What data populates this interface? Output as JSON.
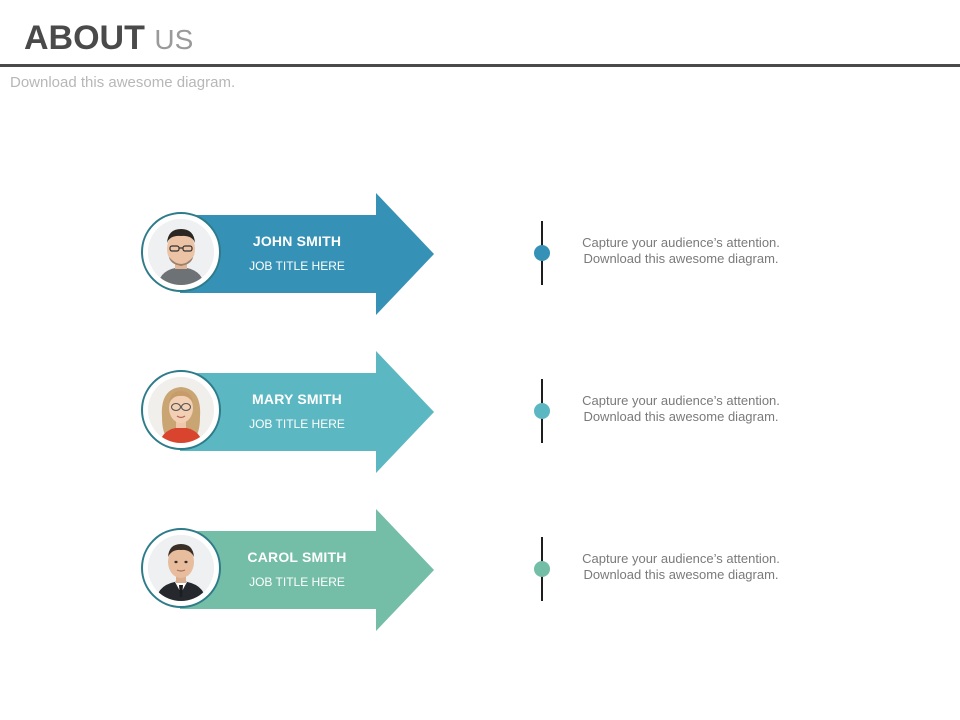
{
  "header": {
    "title_bold": "ABOUT",
    "title_light": "US",
    "subtitle": "Download this awesome diagram."
  },
  "members": [
    {
      "name": "JOHN SMITH",
      "job_title": "JOB TITLE HERE",
      "desc_line1": "Capture your audience’s attention.",
      "desc_line2": "Download this awesome diagram.",
      "color": "#3592b6",
      "avatar_icon": "man-glasses-portrait"
    },
    {
      "name": "MARY SMITH",
      "job_title": "JOB TITLE HERE",
      "desc_line1": "Capture your audience’s attention.",
      "desc_line2": "Download this awesome diagram.",
      "color": "#5bb7c2",
      "avatar_icon": "woman-glasses-portrait"
    },
    {
      "name": "CAROL SMITH",
      "job_title": "JOB TITLE HERE",
      "desc_line1": "Capture your audience’s attention.",
      "desc_line2": "Download this awesome diagram.",
      "color": "#74bda6",
      "avatar_icon": "man-suit-portrait"
    }
  ]
}
